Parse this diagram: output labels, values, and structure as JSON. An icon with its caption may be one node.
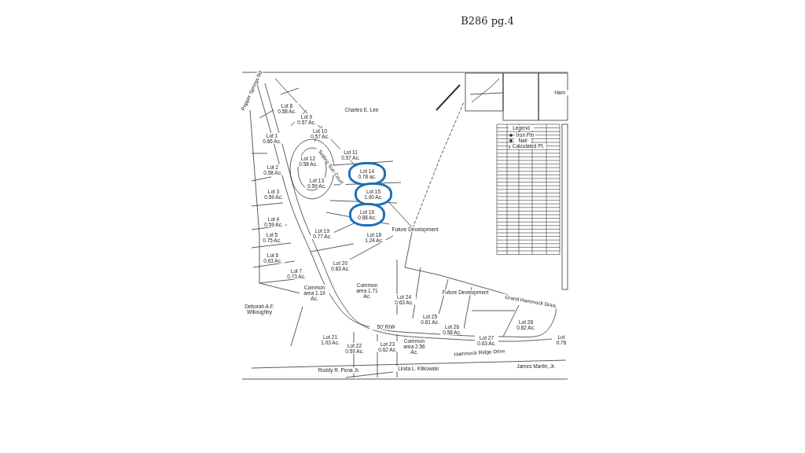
{
  "diagram": {
    "nodes": [
      {
        "text": [
          "Lot 14 0.78 ac."
        ]
      },
      {
        "text": [
          "Lot 15 1.00 Ac."
        ]
      },
      {
        "text": [
          "Lot 16 0.88 Ac."
        ]
      }
    ],
    "labels": [
      "B286 pg.4",
      "Pepper Springs Rd",
      "Lot 8 0.58 Ac.",
      "Lot 9 0.57 Ac.",
      "Lot 10 0.57 Ac.",
      "Lot 1 0.66 Ac.",
      "Setting Sun Court",
      "Lot 11 0.57 Ac.",
      "Lot 12 0.58 Ac.",
      "Lot 2 0.58 Ac.",
      "Lot 13 0.59 Ac.",
      "Lot 3 0.59 Ac.",
      "Lot 4 0.59 Ac.",
      "Lot 18 1.24 Ac.",
      "Lot 19 0.77 Ac.",
      "Lot 5 0.75 Ac.",
      "Lot 6 0.63 Ac.",
      "Lot 20 0.83 Ac.",
      "Future Development",
      "Lot 7 0.73 Ac.",
      "Common area 1.71 Ac.",
      "Future Development",
      "Lot 24 0.63 Ac.",
      "Common area 1.19 Ac.",
      "Deborah A.F. Willoughby",
      "Lot 25 0.61 Ac.",
      "Lot 26 0.58 Ac.",
      "50' R/W",
      "Lot 28 0.82 Ac.",
      "Lot 21 1.03 Ac.",
      "Lot 22 0.59 Ac.",
      "Lot 23 0.62 Ac.",
      "Lot 27 0.63 Ac.",
      "Common area 2.56 Ac.",
      "Hammock Ridge Drive",
      "Grand Hammock Drive",
      "Roddy R. Pena Jr.",
      "Linda L. Kilkowski",
      "James Martin, Jr.",
      "Charles E. Lee",
      "Legend",
      "Iron Pin",
      "Nail",
      "Calculated Pt.",
      "Ham",
      "Lot 0.76"
    ]
  }
}
